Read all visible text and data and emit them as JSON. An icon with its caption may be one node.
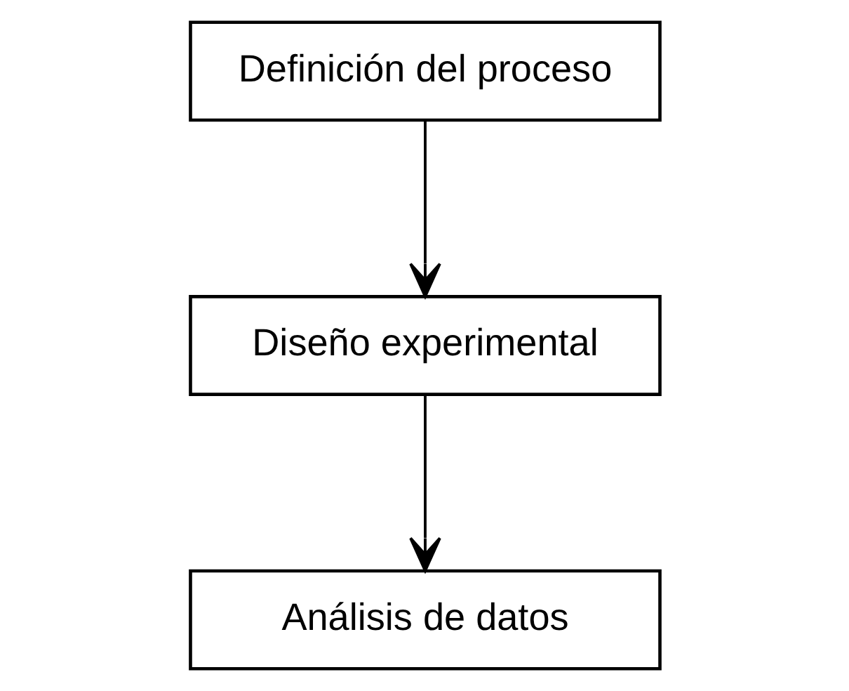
{
  "diagram": {
    "nodes": [
      {
        "text": [
          "Definición del proceso"
        ]
      },
      {
        "text": [
          "Diseño experimental"
        ]
      },
      {
        "text": [
          "Análisis de datos"
        ]
      }
    ],
    "edges": [
      {
        "from": 0,
        "to": 1,
        "arrow": "to"
      },
      {
        "from": 1,
        "to": 2,
        "arrow": "to"
      }
    ]
  }
}
